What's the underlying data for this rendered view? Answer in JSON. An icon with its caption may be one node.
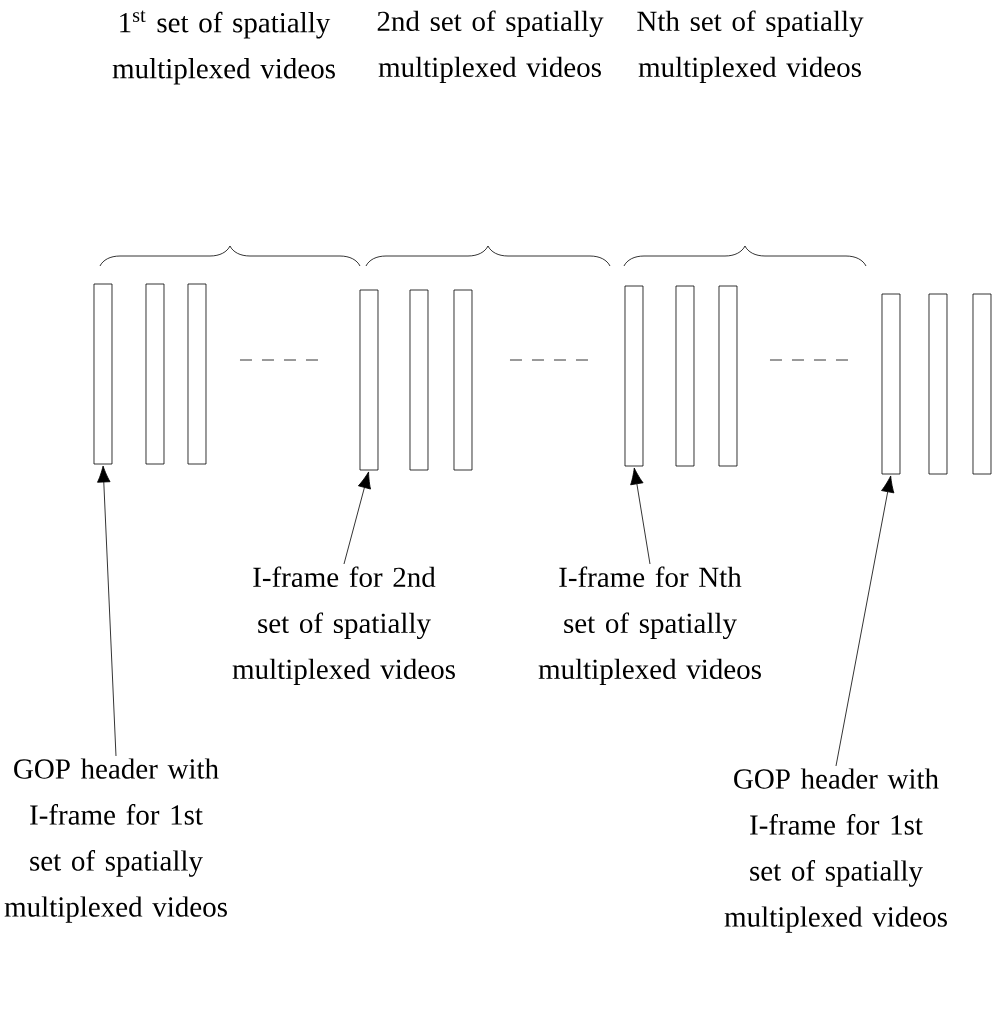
{
  "diagram": {
    "nodes": [
      {
        "text": [],
        "shape": "bar"
      },
      {
        "text": [],
        "shape": "bar"
      },
      {
        "text": [],
        "shape": "bar"
      },
      {
        "text": [],
        "shape": "bar"
      },
      {
        "text": [],
        "shape": "bar"
      },
      {
        "text": [],
        "shape": "bar"
      },
      {
        "text": [],
        "shape": "bar"
      },
      {
        "text": [],
        "shape": "bar"
      },
      {
        "text": [],
        "shape": "bar"
      },
      {
        "text": [],
        "shape": "bar"
      },
      {
        "text": [],
        "shape": "bar"
      },
      {
        "text": [],
        "shape": "bar"
      },
      {
        "text": [
          "GOP header with I-frame for 1st set of spatially multiplexed videos"
        ]
      },
      {
        "text": [
          "I-frame for 2nd set of spatially multiplexed videos"
        ]
      },
      {
        "text": [
          "I-frame for Nth set of spatially multiplexed videos"
        ]
      },
      {
        "text": [
          "GOP header with I-frame for 1st set of spatially multiplexed videos"
        ]
      }
    ],
    "edges": [
      {
        "from": 12,
        "to": 0,
        "arrow": "to"
      },
      {
        "from": 13,
        "to": 3,
        "arrow": "to"
      },
      {
        "from": 14,
        "to": 6,
        "arrow": "to"
      },
      {
        "from": 15,
        "to": 9,
        "arrow": "to"
      }
    ],
    "labels": [
      "1$^{st}$ set of spatially multiplexed videos",
      "2nd set of spatially multiplexed videos",
      "Nth set of spatially multiplexed videos"
    ]
  }
}
